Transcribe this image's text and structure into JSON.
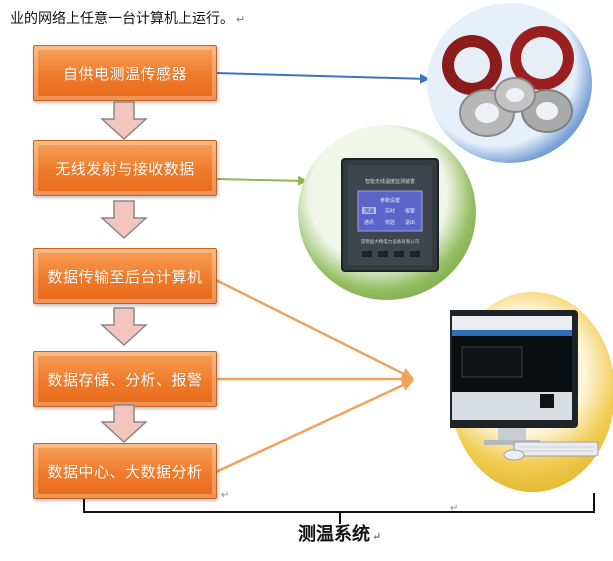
{
  "intro_text": "业的网络上任意一台计算机上运行。",
  "para_mark": "↵",
  "steps": [
    {
      "label": "自供电测温传感器"
    },
    {
      "label": "无线发射与接收数据"
    },
    {
      "label": "数据传输至后台计算机"
    },
    {
      "label": "数据存储、分析、报警"
    },
    {
      "label": "数据中心、大数据分析"
    }
  ],
  "device_panel_text": {
    "title": "智能无线温度监测装置",
    "menu": [
      "参数设置",
      "测温",
      "实时",
      "报警",
      "通讯",
      "校验",
      "退出"
    ],
    "maker": "常熟国大精电力设备有限公司"
  },
  "footer_label": "测温系统",
  "colors": {
    "step_fill": "#ef7b2a",
    "arrow_blue": "#3e73c4",
    "arrow_green": "#8bb850",
    "arrow_orange": "#f2a25a",
    "down_arrow_fill": "#f4c4bf"
  },
  "icons": [
    "sensor-rings-image",
    "monitor-device-image",
    "computer-image"
  ]
}
